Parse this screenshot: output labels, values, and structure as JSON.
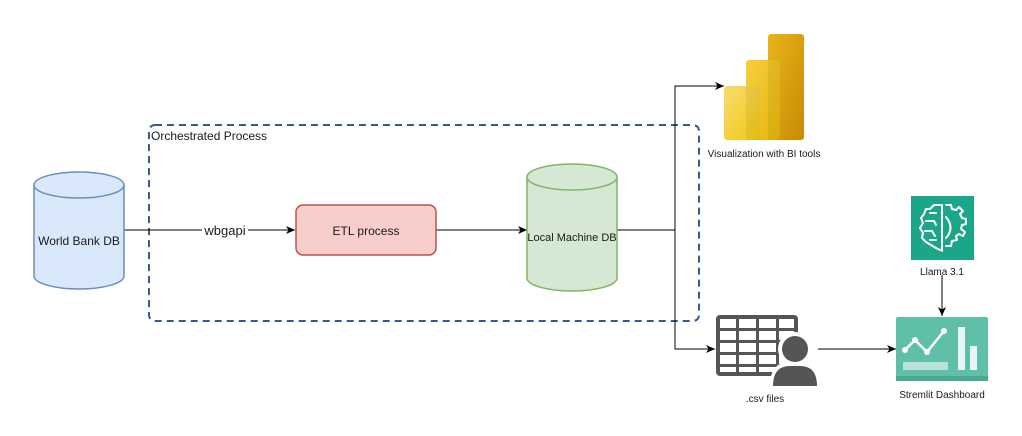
{
  "diagram": {
    "group": {
      "label": "Orchestrated Process",
      "border_color": "#3b5a8c"
    },
    "nodes": {
      "world_bank_db": {
        "label": "World Bank DB",
        "type": "database",
        "fill": "#dae8fc",
        "stroke": "#6c8ebf"
      },
      "etl_process": {
        "label": "ETL process",
        "type": "process",
        "fill": "#f8cecc",
        "stroke": "#b85450"
      },
      "local_machine_db": {
        "label": "Local Machine DB",
        "type": "database",
        "fill": "#d5e8d4",
        "stroke": "#82b366"
      },
      "bi_tools": {
        "label": "Visualization with BI tools",
        "type": "power-bi-icon"
      },
      "csv_files": {
        "label": ".csv files",
        "type": "table-user-icon"
      },
      "llama": {
        "label": "Llama 3.1",
        "type": "brain-gear-icon",
        "fill": "#1ba68a"
      },
      "dashboard": {
        "label": "Stremlit Dashboard",
        "type": "dashboard-icon",
        "fill": "#5fbfa9"
      }
    },
    "edges": [
      {
        "from": "World Bank DB",
        "to": "ETL process",
        "label": "wbgapi"
      },
      {
        "from": "ETL process",
        "to": "Local Machine DB",
        "label": ""
      },
      {
        "from": "Local Machine DB",
        "to": "Visualization with BI tools",
        "label": ""
      },
      {
        "from": "Local Machine DB",
        "to": ".csv files",
        "label": ""
      },
      {
        "from": ".csv files",
        "to": "Stremlit Dashboard",
        "label": ""
      },
      {
        "from": "Llama 3.1",
        "to": "Stremlit Dashboard",
        "label": ""
      }
    ]
  }
}
